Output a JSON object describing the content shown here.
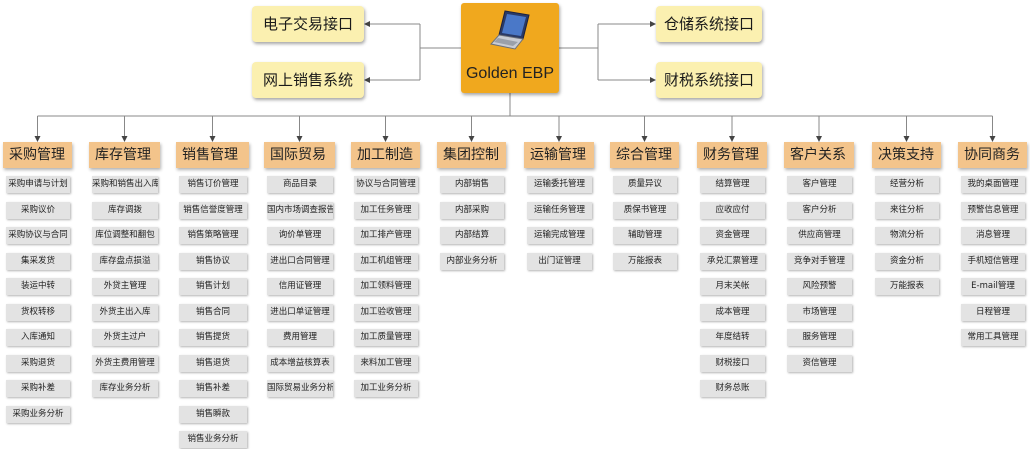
{
  "hub": {
    "label": "Golden EBP",
    "icon": "laptop-icon"
  },
  "interfaces": {
    "ecommerce": "电子交易接口",
    "online_sales": "网上销售系统",
    "warehouse": "仓储系统接口",
    "finance_tax": "财税系统接口"
  },
  "colors": {
    "hub": "#f0a81e",
    "interface": "#fbf0b0",
    "header": "#f3c48b",
    "item": "#e3e3e3",
    "line": "#888888"
  },
  "modules": [
    {
      "title": "采购管理",
      "items": [
        "采购申请与计划",
        "采购议价",
        "采购协议与合同",
        "集采发货",
        "装运中转",
        "货权转移",
        "入库通知",
        "采购退货",
        "采购补差",
        "采购业务分析"
      ]
    },
    {
      "title": "库存管理",
      "items": [
        "采购和销售出入库",
        "库存调拨",
        "库位调整和翻包",
        "库存盘点损溢",
        "外贷主管理",
        "外货主出入库",
        "外货主过户",
        "外货主费用管理",
        "库存业务分析"
      ]
    },
    {
      "title": "销售管理",
      "items": [
        "销售订价管理",
        "销售信誉度管理",
        "销售策略管理",
        "销售协议",
        "销售计划",
        "销售合同",
        "销售提货",
        "销售退货",
        "销售补差",
        "销售瞬款",
        "销售业务分析"
      ]
    },
    {
      "title": "国际贸易",
      "items": [
        "商品目录",
        "国内市场调查报告",
        "询价单管理",
        "进出口合同管理",
        "信用证管理",
        "进出口单证管理",
        "费用管理",
        "成本增益核算表",
        "国际贸易业务分析"
      ]
    },
    {
      "title": "加工制造",
      "items": [
        "协议与合同管理",
        "加工任务管理",
        "加工排产管理",
        "加工机组管理",
        "加工领料管理",
        "加工验收管理",
        "加工质量管理",
        "来料加工管理",
        "加工业务分析"
      ]
    },
    {
      "title": "集团控制",
      "items": [
        "内部销售",
        "内部采购",
        "内部结算",
        "内部业务分析"
      ]
    },
    {
      "title": "运输管理",
      "items": [
        "运输委托管理",
        "运输任务管理",
        "运输完成管理",
        "出门证管理"
      ]
    },
    {
      "title": "综合管理",
      "items": [
        "质量异议",
        "质保书管理",
        "辅助管理",
        "万能报表"
      ]
    },
    {
      "title": "财务管理",
      "items": [
        "结算管理",
        "应收应付",
        "资金管理",
        "承兑汇票管理",
        "月末关帐",
        "成本管理",
        "年度结转",
        "财税接口",
        "财务总账"
      ]
    },
    {
      "title": "客户关系",
      "items": [
        "客户管理",
        "客户分析",
        "供应商管理",
        "竞争对手管理",
        "风险预警",
        "市场管理",
        "服务管理",
        "资信管理"
      ]
    },
    {
      "title": "决策支持",
      "items": [
        "经营分析",
        "来往分析",
        "物流分析",
        "资金分析",
        "万能报表"
      ]
    },
    {
      "title": "协同商务",
      "items": [
        "我的桌面管理",
        "预警信息管理",
        "消息管理",
        "手机短信管理",
        "E-mail管理",
        "日程管理",
        "常用工具管理"
      ]
    }
  ]
}
